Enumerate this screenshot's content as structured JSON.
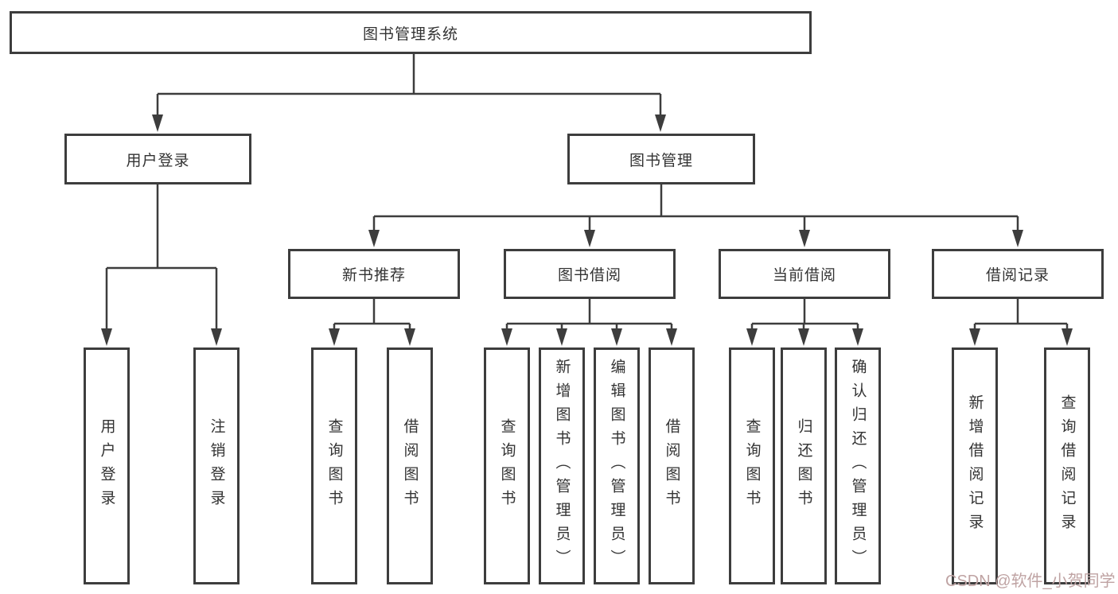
{
  "colors": {
    "line": "#3d3d3d",
    "box_border": "#3d3d3d",
    "box_fill": "#ffffff",
    "text": "#333333",
    "watermark": "#bfa3a3",
    "background": "#ffffff"
  },
  "watermark": {
    "label": "CSDN @软件_小贺同学"
  },
  "tree": {
    "root": {
      "label": "图书管理系统"
    },
    "branches": [
      {
        "label": "用户登录",
        "children": [
          {
            "label": "用户登录"
          },
          {
            "label": "注销登录"
          }
        ]
      },
      {
        "label": "图书管理",
        "children": [
          {
            "label": "新书推荐",
            "children": [
              {
                "label": "查询图书"
              },
              {
                "label": "借阅图书"
              }
            ]
          },
          {
            "label": "图书借阅",
            "children": [
              {
                "label": "查询图书"
              },
              {
                "label": "新增图书（管理员）"
              },
              {
                "label": "编辑图书（管理员）"
              },
              {
                "label": "借阅图书"
              }
            ]
          },
          {
            "label": "当前借阅",
            "children": [
              {
                "label": "查询图书"
              },
              {
                "label": "归还图书"
              },
              {
                "label": "确认归还（管理员）"
              }
            ]
          },
          {
            "label": "借阅记录",
            "children": [
              {
                "label": "新增借阅记录"
              },
              {
                "label": "查询借阅记录"
              }
            ]
          }
        ]
      }
    ]
  }
}
